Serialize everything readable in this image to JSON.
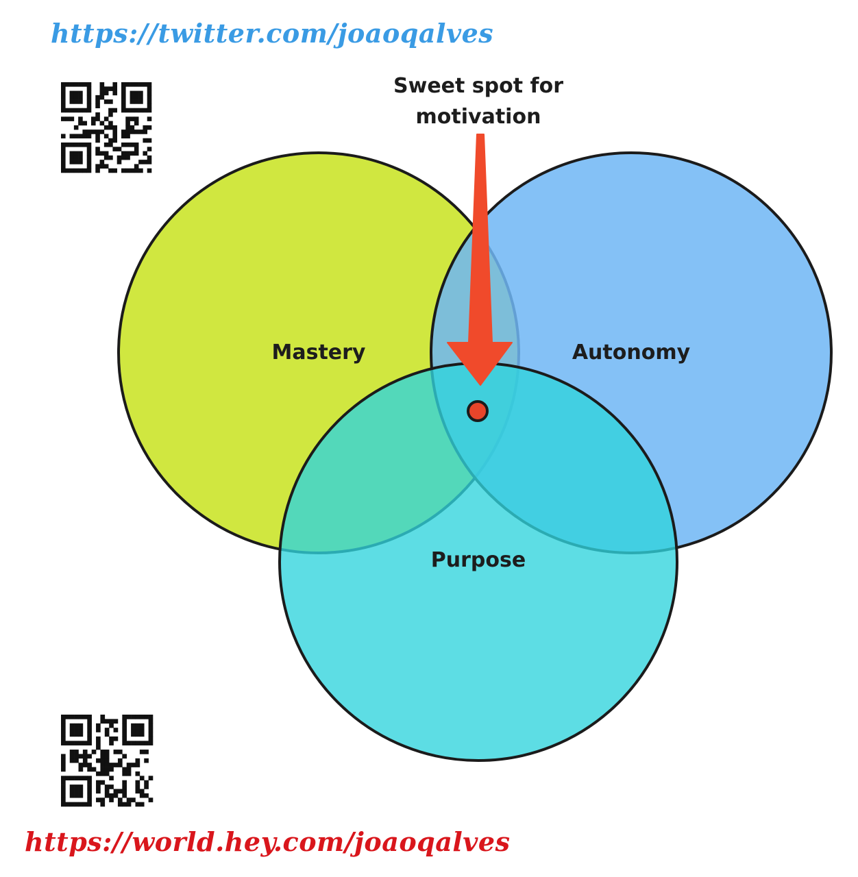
{
  "links": {
    "twitter": "https://twitter.com/joaoqalves",
    "hey": "https://world.hey.com/joaoqalves"
  },
  "diagram": {
    "annotation_line1": "Sweet spot for",
    "annotation_line2": "motivation",
    "circles": [
      {
        "label": "Mastery",
        "color": "#c8e31f"
      },
      {
        "label": "Autonomy",
        "color": "#6fb6f5"
      },
      {
        "label": "Purpose",
        "color": "#2fd3dc"
      }
    ],
    "arrow_color": "#f04a2b",
    "marker_color": "#e8452a"
  },
  "qr_codes": [
    {
      "name": "twitter-qr-code"
    },
    {
      "name": "hey-qr-code"
    }
  ]
}
